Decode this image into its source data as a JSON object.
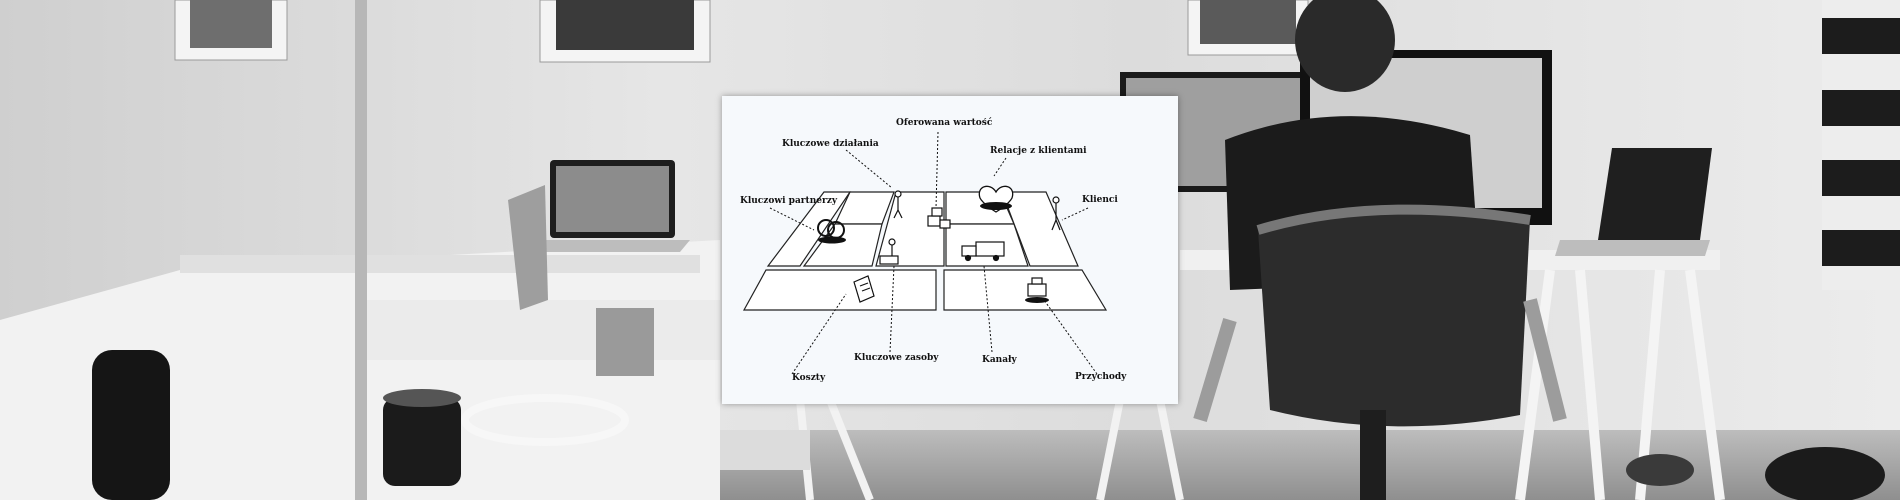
{
  "canvas": {
    "labels": {
      "value_proposition": "Oferowana wartość",
      "key_activities": "Kluczowe działania",
      "customer_relationships": "Relacje z klientami",
      "key_partners": "Kluczowi partnerzy",
      "customer_segments": "Klienci",
      "key_resources": "Kluczowe zasoby",
      "channels": "Kanały",
      "cost_structure": "Koszty",
      "revenue_streams": "Przychody"
    }
  },
  "colors": {
    "card_background": "#f6f9fc",
    "ink": "#111111"
  }
}
